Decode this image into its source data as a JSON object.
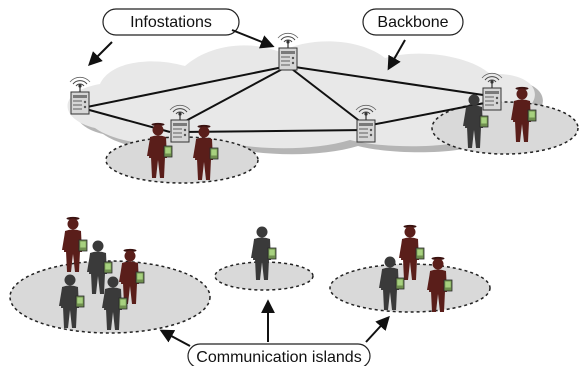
{
  "labels": {
    "infostations": "Infostations",
    "backbone": "Backbone",
    "islands": "Communication islands"
  },
  "colors": {
    "cloud": "#e8e8e8",
    "cloud_shadow": "#b5b5b5",
    "island_fill": "#d9d9d9",
    "person_dark": "#3a3a3a",
    "person_maroon": "#5a1e1a",
    "device_screen": "#8fbf6a",
    "link": "#111111"
  },
  "icons": {
    "infostation": "infostation-device-icon",
    "person": "person-with-device-icon"
  }
}
